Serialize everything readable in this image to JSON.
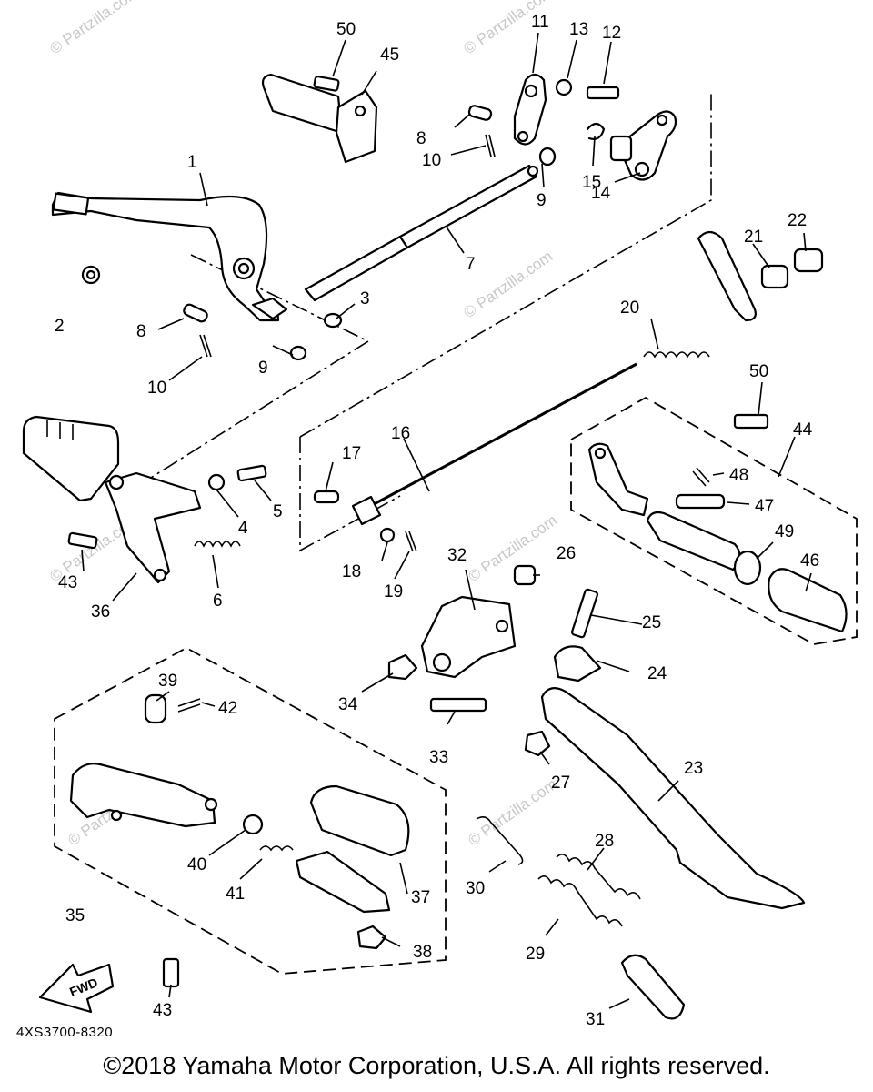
{
  "diagram": {
    "callouts": {
      "c1": "1",
      "c2": "2",
      "c3": "3",
      "c4": "4",
      "c5": "5",
      "c6": "6",
      "c7": "7",
      "c8a": "8",
      "c8b": "8",
      "c9a": "9",
      "c9b": "9",
      "c10a": "10",
      "c10b": "10",
      "c11": "11",
      "c12": "12",
      "c13": "13",
      "c14": "14",
      "c15": "15",
      "c16": "16",
      "c17": "17",
      "c18": "18",
      "c19": "19",
      "c20": "20",
      "c21": "21",
      "c22": "22",
      "c23": "23",
      "c24": "24",
      "c25": "25",
      "c26": "26",
      "c27": "27",
      "c28": "28",
      "c29": "29",
      "c30": "30",
      "c31": "31",
      "c32": "32",
      "c33": "33",
      "c34": "34",
      "c35": "35",
      "c36": "36",
      "c37": "37",
      "c38": "38",
      "c39": "39",
      "c40": "40",
      "c41": "41",
      "c42": "42",
      "c43a": "43",
      "c43b": "43",
      "c44": "44",
      "c45": "45",
      "c46": "46",
      "c47": "47",
      "c48": "48",
      "c49": "49",
      "c50a": "50",
      "c50b": "50"
    },
    "fwd_label": "FWD",
    "watermark": "© Partzilla.com",
    "reference_code": "4XS3700-8320",
    "copyright": "©2018  Yamaha Motor Corporation, U.S.A. All rights reserved."
  }
}
